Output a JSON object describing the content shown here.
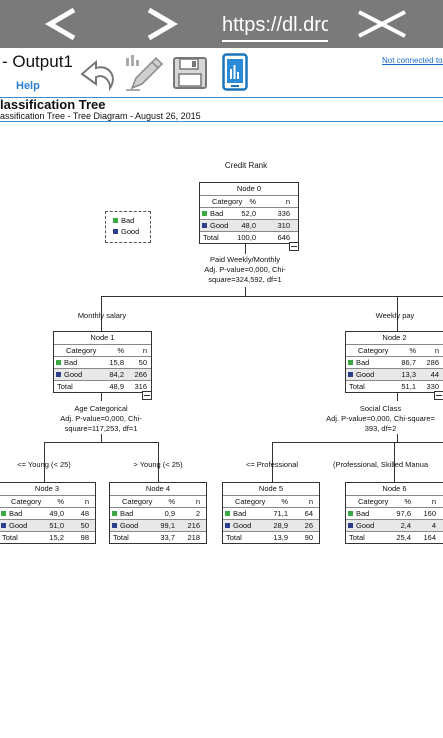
{
  "browser": {
    "url": "https://dl.dro"
  },
  "app": {
    "title": "- Output1",
    "help": "Help",
    "connection": "Not connected to t"
  },
  "doc": {
    "title": "lassification Tree",
    "subtitle": "assification Tree - Tree Diagram - August 26, 2015"
  },
  "colors": {
    "bad": "#3aa845",
    "good": "#2d3e8f",
    "accent": "#3a8fd0"
  },
  "tree": {
    "root_label": "Credit Rank",
    "legend": {
      "bad": "Bad",
      "good": "Good"
    },
    "header": {
      "category": "Category",
      "pct": "%",
      "n": "n"
    },
    "nodes": {
      "n0": {
        "name": "Node 0",
        "bad": {
          "label": "Bad",
          "pct": "52,0",
          "n": "336"
        },
        "good": {
          "label": "Good",
          "pct": "48,0",
          "n": "310"
        },
        "total": {
          "label": "Total",
          "pct": "100,0",
          "n": "646"
        }
      },
      "n1": {
        "name": "Node 1",
        "bad": {
          "label": "Bad",
          "pct": "15,8",
          "n": "50"
        },
        "good": {
          "label": "Good",
          "pct": "84,2",
          "n": "266"
        },
        "total": {
          "label": "Total",
          "pct": "48,9",
          "n": "316"
        }
      },
      "n2": {
        "name": "Node 2",
        "bad": {
          "label": "Bad",
          "pct": "86,7",
          "n": "286"
        },
        "good": {
          "label": "Good",
          "pct": "13,3",
          "n": "44"
        },
        "total": {
          "label": "Total",
          "pct": "51,1",
          "n": "330"
        }
      },
      "n3": {
        "name": "Node 3",
        "bad": {
          "label": "Bad",
          "pct": "49,0",
          "n": "48"
        },
        "good": {
          "label": "Good",
          "pct": "51,0",
          "n": "50"
        },
        "total": {
          "label": "Total",
          "pct": "15,2",
          "n": "98"
        }
      },
      "n4": {
        "name": "Node 4",
        "bad": {
          "label": "Bad",
          "pct": "0,9",
          "n": "2"
        },
        "good": {
          "label": "Good",
          "pct": "99,1",
          "n": "216"
        },
        "total": {
          "label": "Total",
          "pct": "33,7",
          "n": "218"
        }
      },
      "n5": {
        "name": "Node 5",
        "bad": {
          "label": "Bad",
          "pct": "71,1",
          "n": "64"
        },
        "good": {
          "label": "Good",
          "pct": "28,9",
          "n": "26"
        },
        "total": {
          "label": "Total",
          "pct": "13,9",
          "n": "90"
        }
      },
      "n6": {
        "name": "Node 6",
        "bad": {
          "label": "Bad",
          "pct": "97,6",
          "n": "160"
        },
        "good": {
          "label": "Good",
          "pct": "2,4",
          "n": "4"
        },
        "total": {
          "label": "Total",
          "pct": "25,4",
          "n": "164"
        }
      }
    },
    "split0": {
      "line1": "Paid Weekly/Monthly",
      "line2": "Adj. P-value=0,000, Chi-",
      "line3": "square=324,592, df=1"
    },
    "branch_left0": "Monthly salary",
    "branch_right0": "Weekly pay",
    "split1": {
      "line1": "Age Categorical",
      "line2": "Adj. P-value=0,000, Chi-",
      "line3": "square=117,253, df=1"
    },
    "split2": {
      "line1": "Social Class",
      "line2": "Adj. P-value=0,000, Chi-square=",
      "line3": "393, df=2"
    },
    "branch_n3": "<= Young (< 25)",
    "branch_n4": "> Young (< 25)",
    "branch_n5": "<= Professional",
    "branch_n6": "(Professional, Skilled Manua"
  }
}
